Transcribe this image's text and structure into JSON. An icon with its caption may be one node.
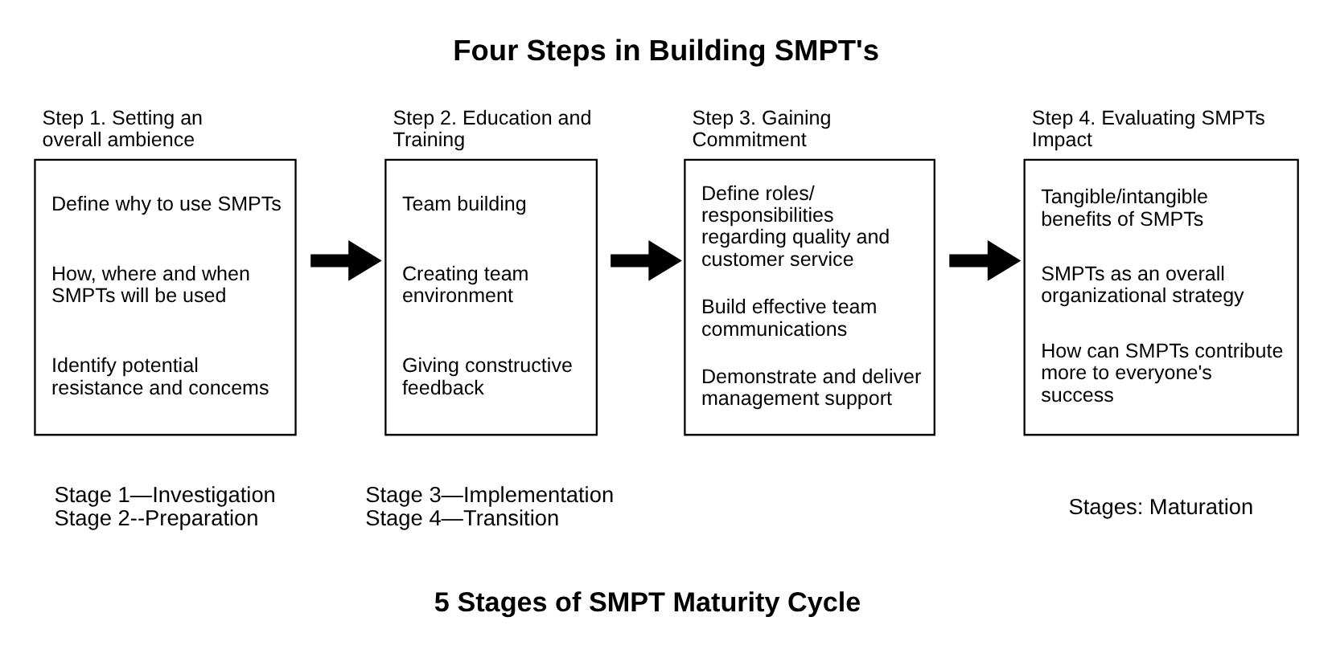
{
  "diagram": {
    "title": "Four Steps in Building SMPT's",
    "caption": "5 Stages of SMPT Maturity Cycle",
    "nodes": [
      {
        "text": [
          "Step 1. Setting an overall ambience",
          "Define why to use SMPTs",
          "How, where and when SMPTs will be used",
          "Identify potential resistance and concems"
        ]
      },
      {
        "text": [
          "Step 2. Education and Training",
          "Team building",
          "Creating team environment",
          "Giving constructive feedback"
        ]
      },
      {
        "text": [
          "Step 3. Gaining Commitment",
          "Define roles/ responsibilities regarding quality and customer service",
          "Build effective team communications",
          "Demonstrate and deliver management support"
        ]
      },
      {
        "text": [
          "Step 4. Evaluating SMPTs Impact",
          "Tangible/intangible benefits of SMPTs",
          "SMPTs as an overall organizational strategy",
          "How can SMPTs contribute more to everyone's success"
        ]
      }
    ],
    "edges": [
      {
        "from": 0,
        "to": 1,
        "arrow": "to"
      },
      {
        "from": 1,
        "to": 2,
        "arrow": "to"
      },
      {
        "from": 2,
        "to": 3,
        "arrow": "to"
      }
    ],
    "labels": [
      "Stage 1—Investigation",
      "Stage 2--Preparation",
      "Stage 3—Implementation",
      "Stage 4—Transition",
      "Stages: Maturation"
    ]
  }
}
